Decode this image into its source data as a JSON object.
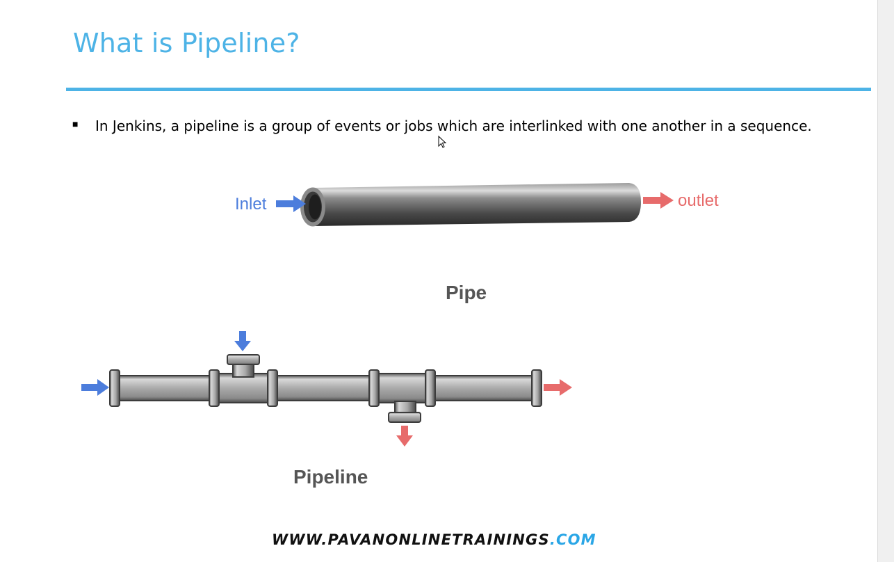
{
  "slide": {
    "title": "What is Pipeline?",
    "bullet": "In Jenkins, a pipeline is a group of events or jobs which are interlinked with one another in a sequence."
  },
  "figure": {
    "inlet_label": "Inlet",
    "outlet_label": "outlet",
    "pipe_caption": "Pipe",
    "pipeline_caption": "Pipeline"
  },
  "footer": {
    "site_main": "WWW.PAVANONLINETRAININGS",
    "site_tld": ".COM"
  },
  "colors": {
    "accent": "#4db3e6",
    "inlet_arrow": "#4c7ddc",
    "outlet_arrow": "#e76b6b"
  }
}
